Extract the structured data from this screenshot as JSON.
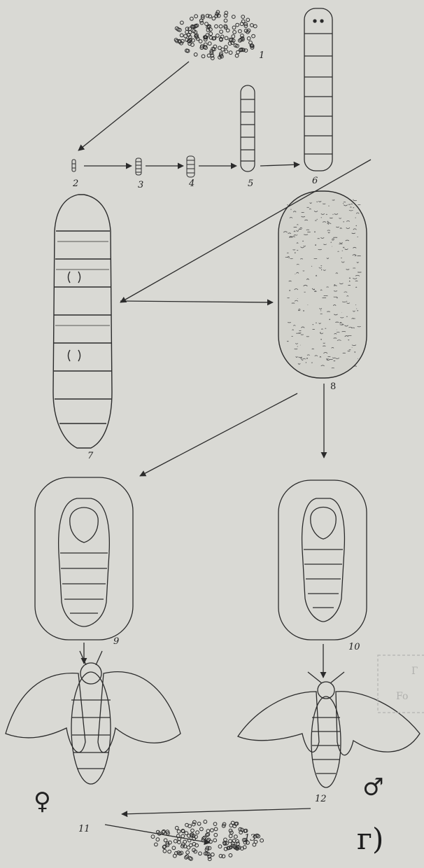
{
  "stage_labels": {
    "s1": "1",
    "s2": "2",
    "s3": "3",
    "s4": "4",
    "s5": "5",
    "s6": "6",
    "s7": "7",
    "s8": "8",
    "s9": "9",
    "s10": "10",
    "s11": "11",
    "s12": "12",
    "s13": "13"
  },
  "female_symbol": "♀",
  "male_symbol": "♂",
  "figure_letter": "г)",
  "stamp_text": [
    "Г",
    "Fo"
  ],
  "colors": {
    "paper": "#d9d9d4",
    "ink": "#2b2b2b",
    "stamp": "#b3b3b0"
  }
}
